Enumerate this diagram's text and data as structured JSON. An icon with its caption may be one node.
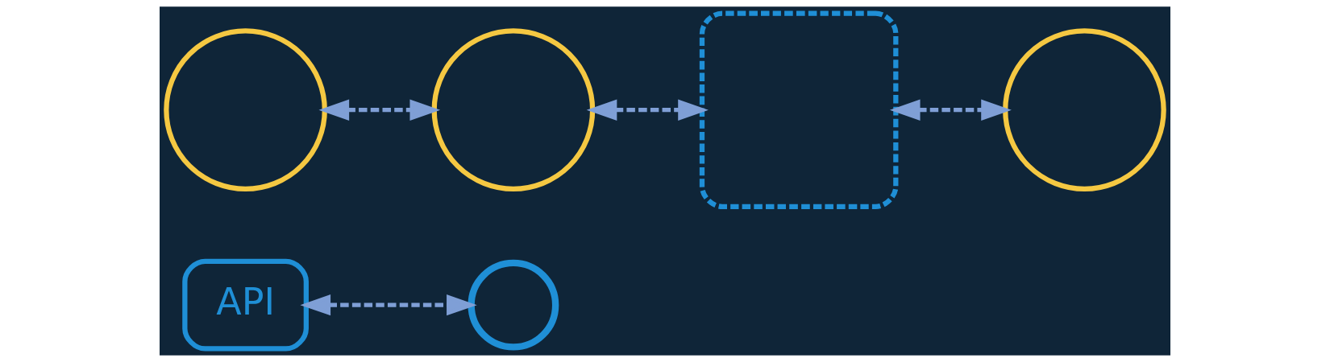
{
  "diagram": {
    "nodes": [
      {
        "text": [
          "API"
        ]
      },
      {
        "text": [],
        "shape": "circle"
      },
      {
        "text": [],
        "shape": "circle"
      },
      {
        "text": [],
        "shape": "circle"
      },
      {
        "text": [],
        "shape": "box"
      },
      {
        "text": [],
        "shape": "circle"
      }
    ],
    "edges": [
      {
        "from": 0,
        "to": 2,
        "arrow": "both",
        "style": "dashed"
      },
      {
        "from": 1,
        "to": 3,
        "arrow": "both",
        "style": "dashed"
      },
      {
        "from": 3,
        "to": 4,
        "arrow": "both",
        "style": "dashed"
      },
      {
        "from": 4,
        "to": 5,
        "arrow": "both",
        "style": "dashed"
      }
    ]
  }
}
